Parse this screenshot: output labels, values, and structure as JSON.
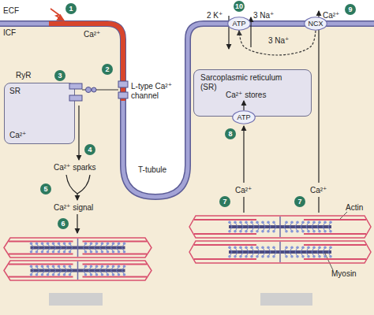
{
  "diagram": {
    "nodes": [
      {
        "text": [
          "SR",
          "Ca²⁺"
        ]
      },
      {
        "text": [
          "ATP"
        ]
      },
      {
        "text": [
          "NCX"
        ]
      },
      {
        "text": [
          "Sarcoplasmic reticulum (SR)",
          "Ca²⁺ stores"
        ]
      },
      {
        "text": [
          "ATP"
        ],
        "in": 3
      }
    ],
    "edges": [
      {
        "from": 2,
        "to": 1,
        "arrow": "to"
      }
    ],
    "labels": [
      "ECF",
      "ICF",
      "1",
      "Ca²⁺",
      "2",
      "RyR",
      "3",
      "L-type Ca²⁺ channel",
      "4",
      "Ca²⁺ sparks",
      "5",
      "Ca²⁺ signal",
      "6",
      "T-tubule",
      "10",
      "2 K⁺",
      "3 Na⁺",
      "9",
      "Ca²⁺",
      "3 Na⁺",
      "8",
      "Ca²⁺",
      "7",
      "Ca²⁺",
      "7",
      "Actin",
      "Myosin"
    ]
  }
}
